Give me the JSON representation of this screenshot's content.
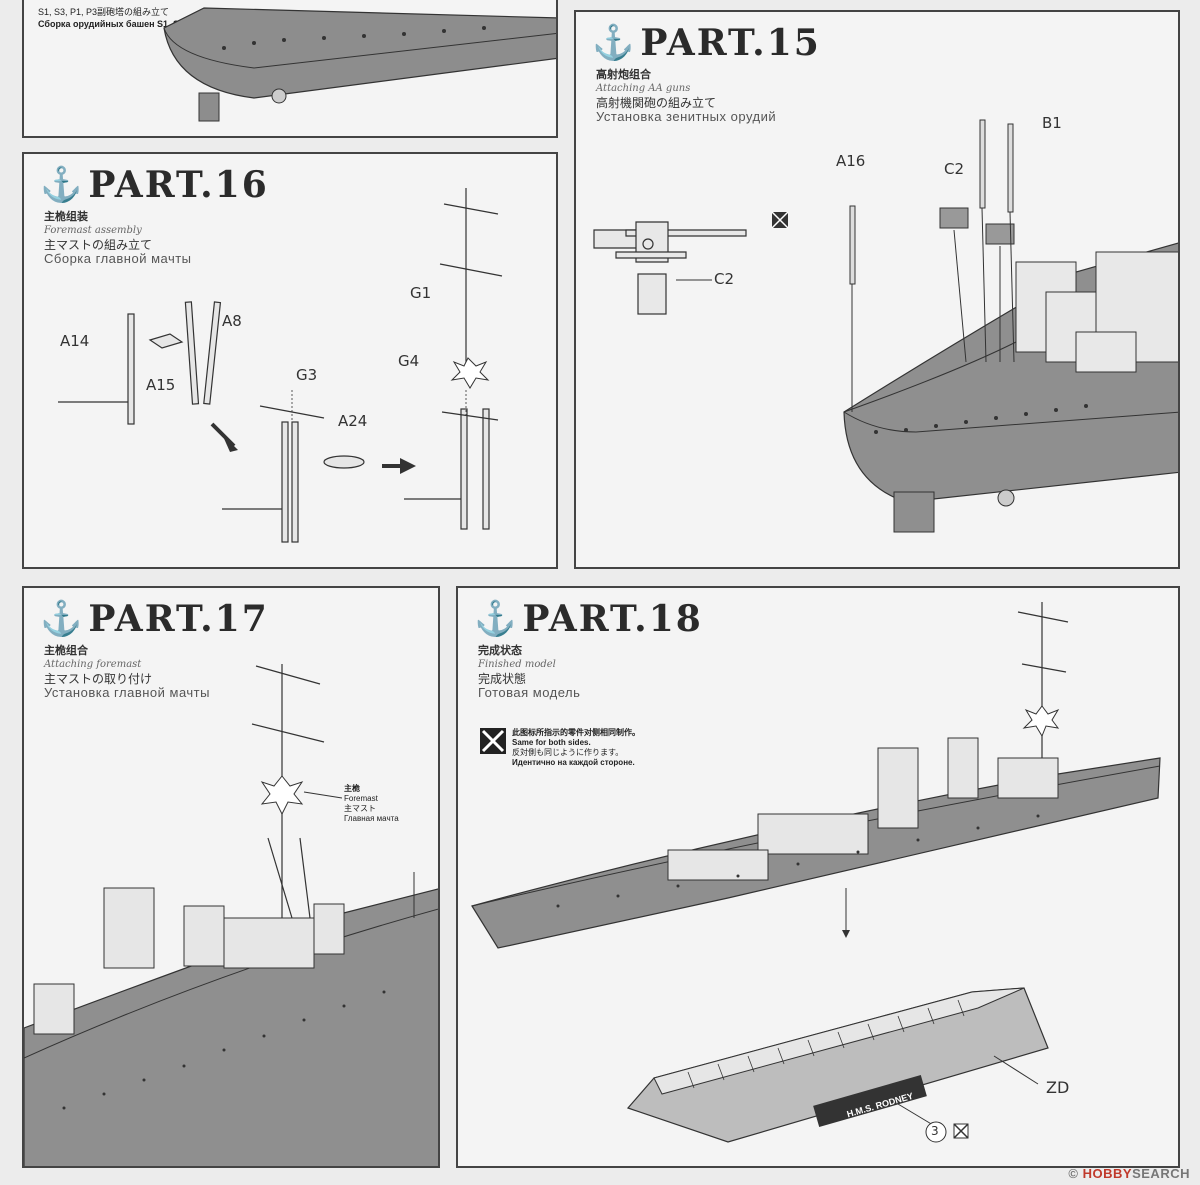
{
  "top_fragment": {
    "line1": "S1, S3, P1, P3副砲塔の組み立て",
    "line2": "Сборка орудийных башен S1, S3, P1, P3"
  },
  "parts": [
    {
      "title": "PART.15",
      "zh": "高射炮组合",
      "en": "Attaching AA guns",
      "jp": "高射機関砲の組み立て",
      "ru": "Установка зенитных орудий",
      "labels": [
        "B1",
        "C2",
        "A16",
        "C2"
      ]
    },
    {
      "title": "PART.16",
      "zh": "主桅组装",
      "en": "Foremast assembly",
      "jp": "主マストの組み立て",
      "ru": "Сборка главной мачты",
      "labels": [
        "A14",
        "A8",
        "A15",
        "G3",
        "A24",
        "G1",
        "G4"
      ]
    },
    {
      "title": "PART.17",
      "zh": "主桅组合",
      "en": "Attaching foremast",
      "jp": "主マストの取り付け",
      "ru": "Установка главной мачты",
      "callout": {
        "zh": "主桅",
        "en": "Foremast",
        "jp": "主マスト",
        "ru": "Главная мачта"
      }
    },
    {
      "title": "PART.18",
      "zh": "完成状态",
      "en": "Finished model",
      "jp": "完成状態",
      "ru": "Готовая модель",
      "note": {
        "zh": "此图标所指示的零件对侧相同制作。",
        "en": "Same for both sides.",
        "jp": "反対側も同じように作ります。",
        "ru": "Идентично на каждой стороне."
      },
      "stand_plate": "H.M.S. RODNEY",
      "labels": [
        "ZD",
        "3"
      ]
    }
  ],
  "anchor_icon": "⚓",
  "watermark": {
    "brand": "HOBBY",
    "rest": "SEARCH",
    "symbol": "©"
  }
}
